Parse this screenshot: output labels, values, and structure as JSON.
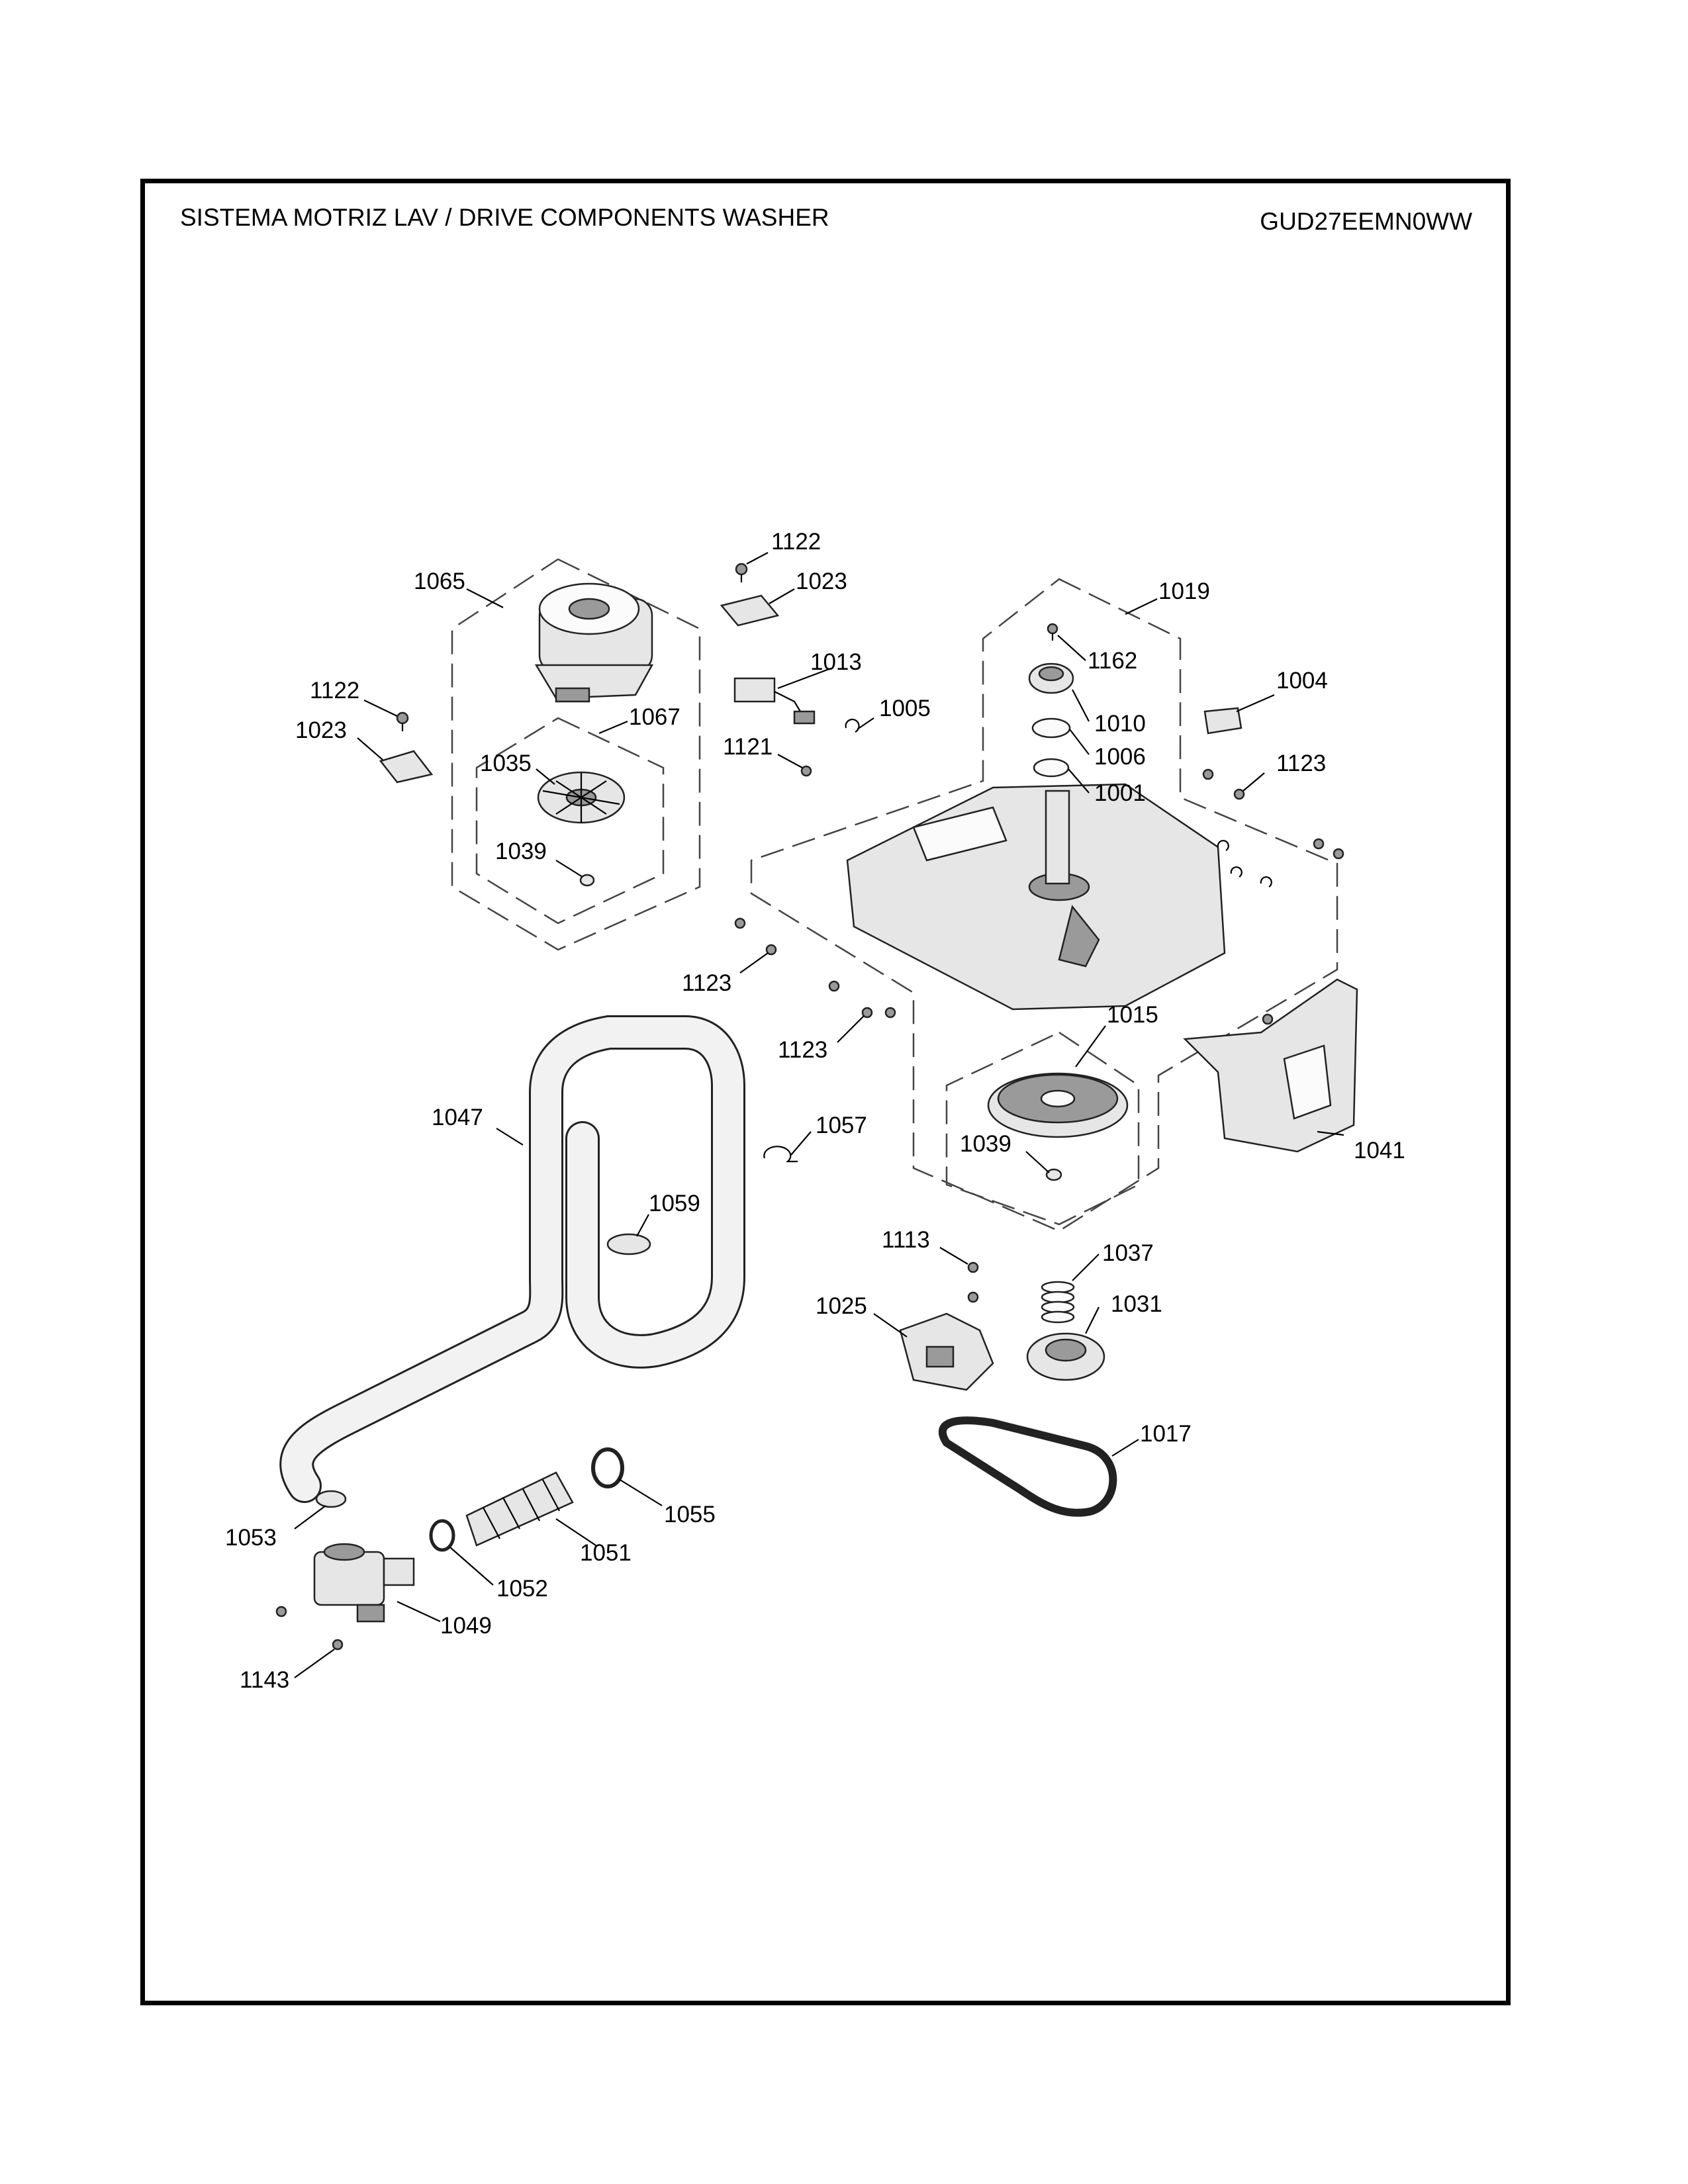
{
  "header": {
    "title": "SISTEMA MOTRIZ LAV / DRIVE COMPONENTS WASHER",
    "model": "GUD27EEMN0WW"
  },
  "callouts": [
    {
      "id": "c1122a",
      "label": "1122"
    },
    {
      "id": "c1023a",
      "label": "1023"
    },
    {
      "id": "c1065",
      "label": "1065"
    },
    {
      "id": "c1019",
      "label": "1019"
    },
    {
      "id": "c1013",
      "label": "1013"
    },
    {
      "id": "c1162",
      "label": "1162"
    },
    {
      "id": "c1004",
      "label": "1004"
    },
    {
      "id": "c1122b",
      "label": "1122"
    },
    {
      "id": "c1005",
      "label": "1005"
    },
    {
      "id": "c1010",
      "label": "1010"
    },
    {
      "id": "c1067",
      "label": "1067"
    },
    {
      "id": "c1023b",
      "label": "1023"
    },
    {
      "id": "c1121",
      "label": "1121"
    },
    {
      "id": "c1006",
      "label": "1006"
    },
    {
      "id": "c1035",
      "label": "1035"
    },
    {
      "id": "c1123a",
      "label": "1123"
    },
    {
      "id": "c1001",
      "label": "1001"
    },
    {
      "id": "c1039a",
      "label": "1039"
    },
    {
      "id": "c1123b",
      "label": "1123"
    },
    {
      "id": "c1015",
      "label": "1015"
    },
    {
      "id": "c1123c",
      "label": "1123"
    },
    {
      "id": "c1047",
      "label": "1047"
    },
    {
      "id": "c1057",
      "label": "1057"
    },
    {
      "id": "c1039b",
      "label": "1039"
    },
    {
      "id": "c1041",
      "label": "1041"
    },
    {
      "id": "c1059",
      "label": "1059"
    },
    {
      "id": "c1113",
      "label": "1113"
    },
    {
      "id": "c1037",
      "label": "1037"
    },
    {
      "id": "c1025",
      "label": "1025"
    },
    {
      "id": "c1031",
      "label": "1031"
    },
    {
      "id": "c1017",
      "label": "1017"
    },
    {
      "id": "c1055",
      "label": "1055"
    },
    {
      "id": "c1053",
      "label": "1053"
    },
    {
      "id": "c1051",
      "label": "1051"
    },
    {
      "id": "c1052",
      "label": "1052"
    },
    {
      "id": "c1049",
      "label": "1049"
    },
    {
      "id": "c1143",
      "label": "1143"
    }
  ]
}
